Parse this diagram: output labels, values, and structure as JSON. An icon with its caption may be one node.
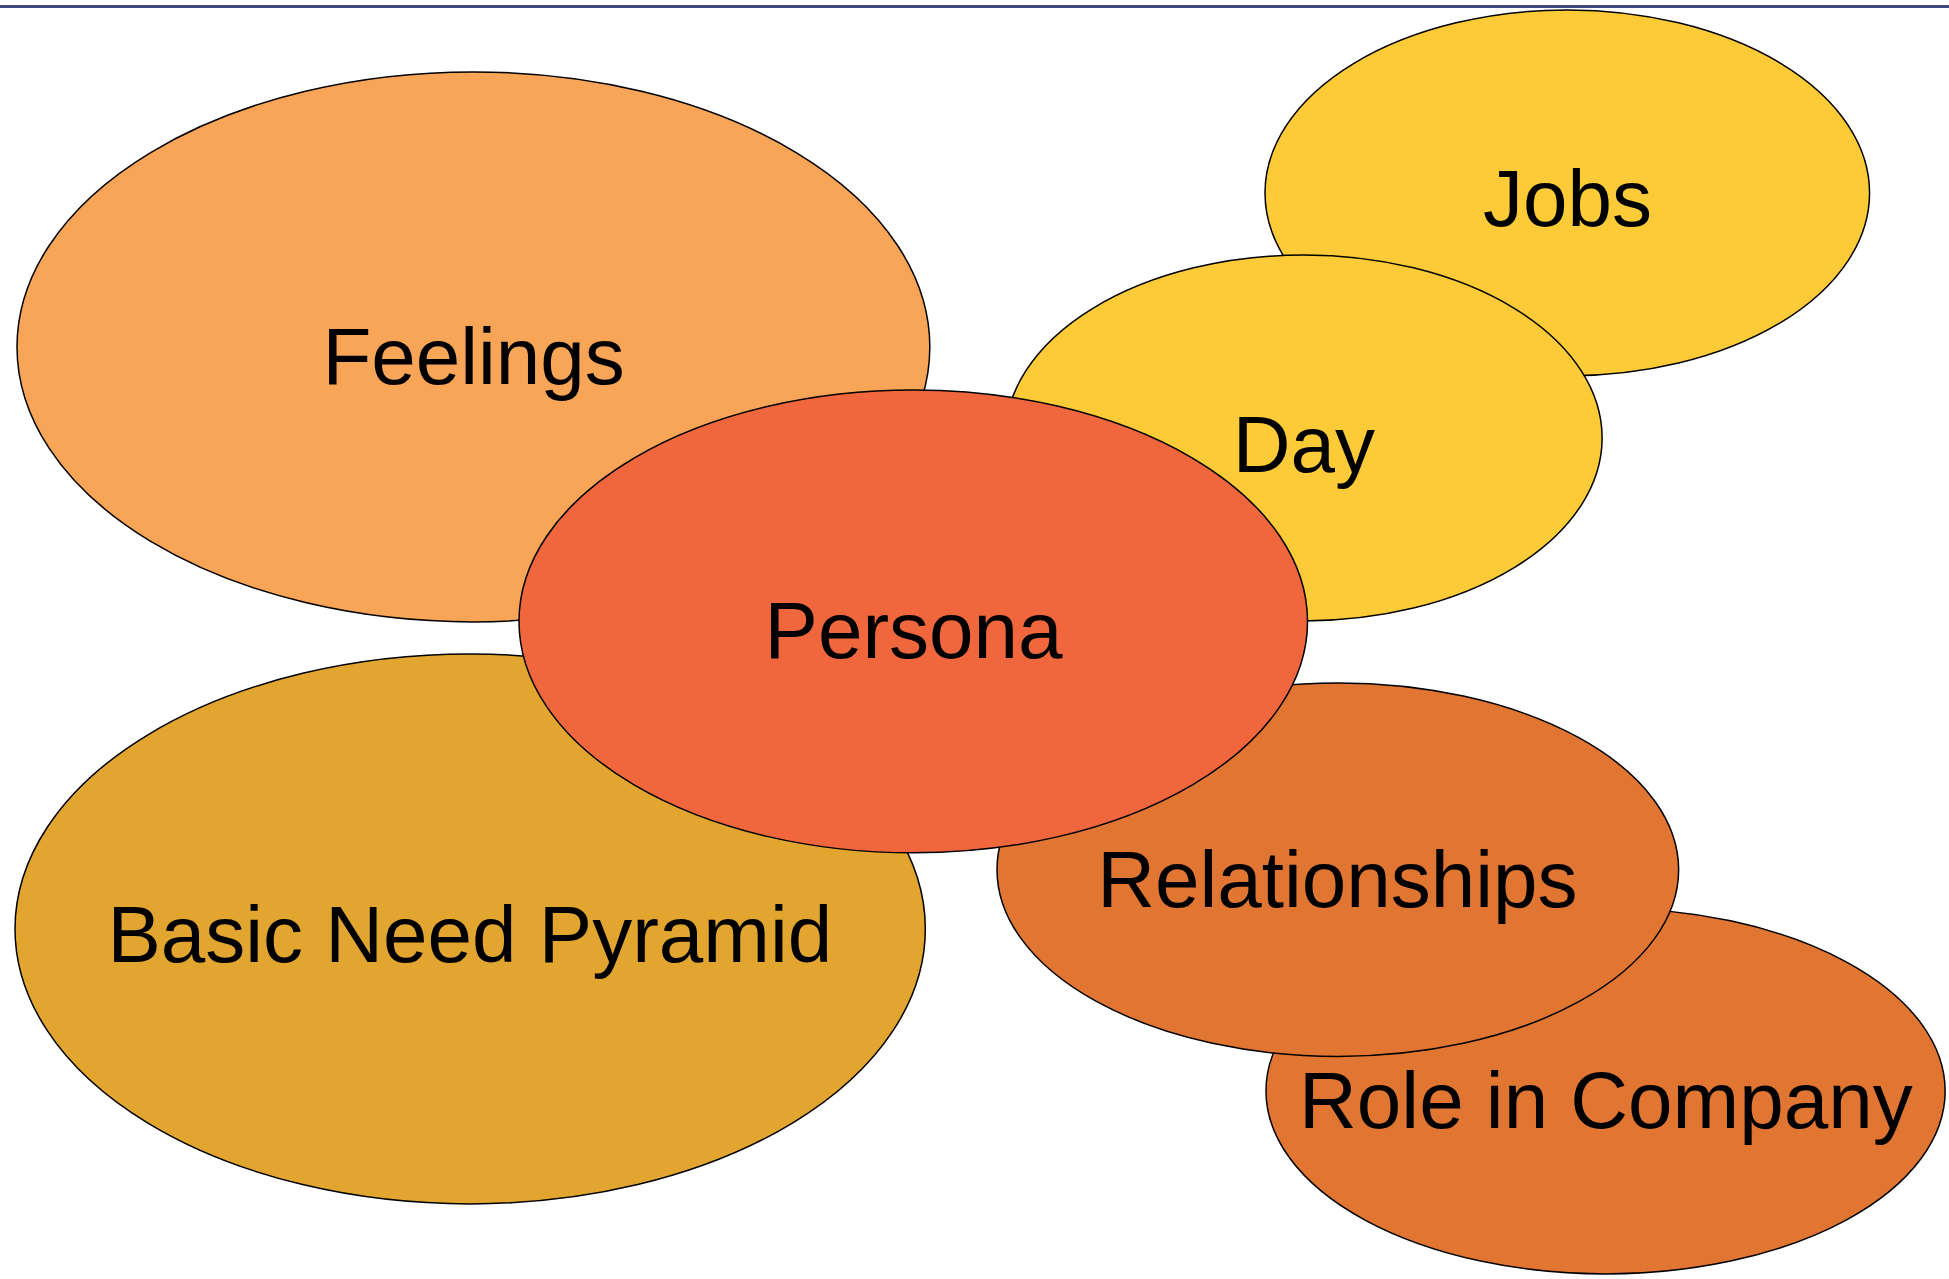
{
  "diagram": {
    "nodes": [
      {
        "text": [
          "Jobs"
        ]
      },
      {
        "text": [
          "Feelings"
        ]
      },
      {
        "text": [
          "Day"
        ]
      },
      {
        "text": [
          "Persona"
        ]
      },
      {
        "text": [
          "Basic Need Pyramid"
        ]
      },
      {
        "text": [
          "Relationships"
        ]
      },
      {
        "text": [
          "Role in Company"
        ]
      }
    ]
  }
}
